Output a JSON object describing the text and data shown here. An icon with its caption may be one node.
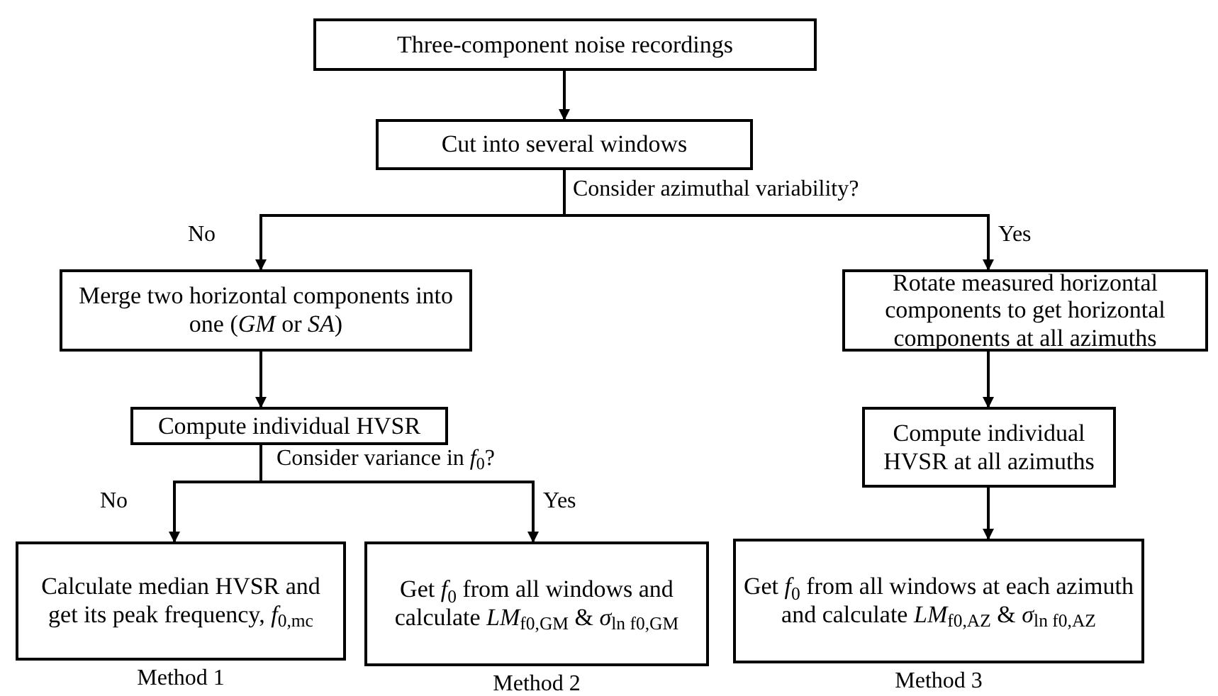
{
  "diagram": {
    "nodes": [
      {
        "text": [
          "Three-component noise recordings"
        ]
      },
      {
        "text": [
          "Cut into several windows"
        ]
      },
      {
        "text": [
          "Merge two horizontal components into one (*GM* or *SA*)"
        ]
      },
      {
        "text": [
          "Rotate measured horizontal components to get horizontal components at all azimuths"
        ]
      },
      {
        "text": [
          "Compute individual HVSR"
        ]
      },
      {
        "text": [
          "Calculate median HVSR and get its peak frequency, *f*$_{0,mc}$"
        ],
        "beside": [
          "Method 1"
        ]
      },
      {
        "text": [
          "Get *f*$_{0}$ from all windows and calculate *LM*$_{f0,GM}$ & *σ*$_{ln f0,GM}$"
        ],
        "beside": [
          "Method 2"
        ]
      },
      {
        "text": [
          "Compute individual HVSR at all azimuths"
        ]
      },
      {
        "text": [
          "Get *f*$_{0}$ from all windows at each azimuth and calculate *LM*$_{f0,AZ}$ & *σ*$_{ln f0,AZ}$"
        ],
        "beside": [
          "Method 3"
        ]
      }
    ],
    "edges": [
      {
        "from": 0,
        "to": 1,
        "arrow": "to"
      },
      {
        "from": 1,
        "to": 2,
        "arrow": "to",
        "label": "No"
      },
      {
        "from": 1,
        "to": 3,
        "arrow": "to",
        "label": "Yes"
      },
      {
        "from": 2,
        "to": 4,
        "arrow": "to"
      },
      {
        "from": 4,
        "to": 5,
        "arrow": "to",
        "label": "No"
      },
      {
        "from": 4,
        "to": 6,
        "arrow": "to",
        "label": "Yes"
      },
      {
        "from": 3,
        "to": 7,
        "arrow": "to"
      },
      {
        "from": 7,
        "to": 8,
        "arrow": "to"
      }
    ],
    "labels": [
      "Consider azimuthal variability?",
      "Consider variance in *f*$_{0}$?"
    ]
  }
}
